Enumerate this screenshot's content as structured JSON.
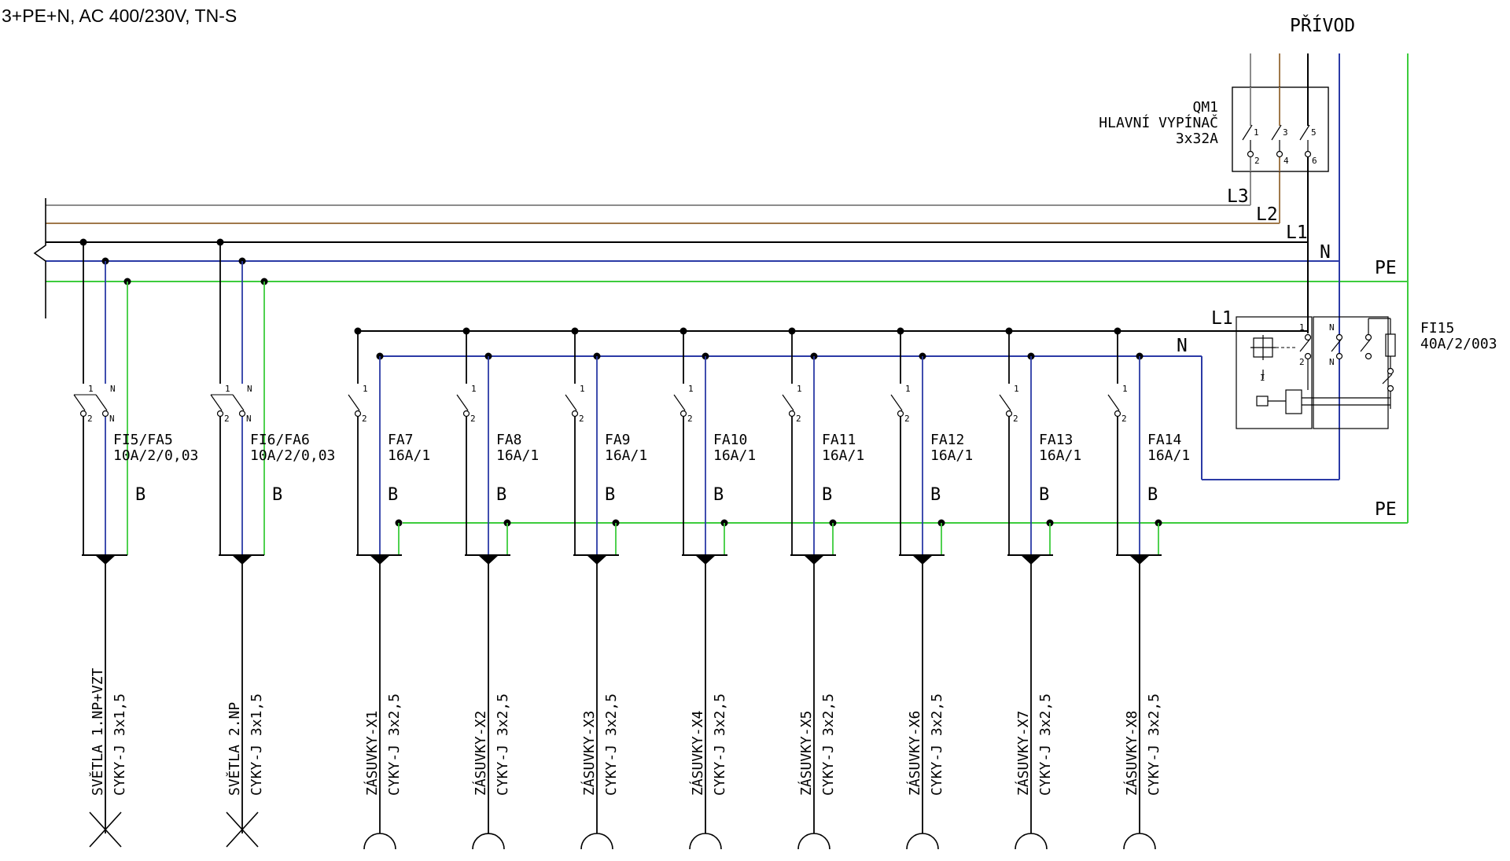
{
  "header": {
    "title": "3+PE+N, AC 400/230V, TN-S"
  },
  "supply": {
    "label": "PŘÍVOD",
    "main_switch": {
      "id": "QM1",
      "name": "HLAVNÍ VYPÍNAČ",
      "rating": "3x32A",
      "terminals_top": [
        "1",
        "3",
        "5"
      ],
      "terminals_bottom": [
        "2",
        "4",
        "6"
      ]
    }
  },
  "buses": {
    "l3": "L3",
    "l2": "L2",
    "l1": "L1",
    "n": "N",
    "pe": "PE",
    "sub_l1": "L1",
    "sub_n": "N",
    "sub_pe": "PE"
  },
  "rcd": {
    "id": "FI15",
    "rating": "40A/2/003",
    "terminals": {
      "t1": "1",
      "t2": "2",
      "tn_top": "N",
      "tn_bottom": "N",
      "test": "I"
    }
  },
  "circuits": [
    {
      "breaker": "FI5/FA5",
      "rating": "10A/2/0,03",
      "bus": "B",
      "term_l_top": "1",
      "term_l_bot": "2",
      "term_n_top": "N",
      "term_n_bot": "N",
      "name": "SVĚTLA 1.NP+VZT",
      "cable": "CYKY-J 3x1,5",
      "load": "light"
    },
    {
      "breaker": "FI6/FA6",
      "rating": "10A/2/0,03",
      "bus": "B",
      "term_l_top": "1",
      "term_l_bot": "2",
      "term_n_top": "N",
      "term_n_bot": "N",
      "name": "SVĚTLA 2.NP",
      "cable": "CYKY-J 3x1,5",
      "load": "light"
    },
    {
      "breaker": "FA7",
      "rating": "16A/1",
      "bus": "B",
      "term_l_top": "1",
      "term_l_bot": "2",
      "name": "ZÁSUVKY-X1",
      "cable": "CYKY-J 3x2,5",
      "load": "socket"
    },
    {
      "breaker": "FA8",
      "rating": "16A/1",
      "bus": "B",
      "term_l_top": "1",
      "term_l_bot": "2",
      "name": "ZÁSUVKY-X2",
      "cable": "CYKY-J 3x2,5",
      "load": "socket"
    },
    {
      "breaker": "FA9",
      "rating": "16A/1",
      "bus": "B",
      "term_l_top": "1",
      "term_l_bot": "2",
      "name": "ZÁSUVKY-X3",
      "cable": "CYKY-J 3x2,5",
      "load": "socket"
    },
    {
      "breaker": "FA10",
      "rating": "16A/1",
      "bus": "B",
      "term_l_top": "1",
      "term_l_bot": "2",
      "name": "ZÁSUVKY-X4",
      "cable": "CYKY-J 3x2,5",
      "load": "socket"
    },
    {
      "breaker": "FA11",
      "rating": "16A/1",
      "bus": "B",
      "term_l_top": "1",
      "term_l_bot": "2",
      "name": "ZÁSUVKY-X5",
      "cable": "CYKY-J 3x2,5",
      "load": "socket"
    },
    {
      "breaker": "FA12",
      "rating": "16A/1",
      "bus": "B",
      "term_l_top": "1",
      "term_l_bot": "2",
      "name": "ZÁSUVKY-X6",
      "cable": "CYKY-J 3x2,5",
      "load": "socket"
    },
    {
      "breaker": "FA13",
      "rating": "16A/1",
      "bus": "B",
      "term_l_top": "1",
      "term_l_bot": "2",
      "name": "ZÁSUVKY-X7",
      "cable": "CYKY-J 3x2,5",
      "load": "socket"
    },
    {
      "breaker": "FA14",
      "rating": "16A/1",
      "bus": "B",
      "term_l_top": "1",
      "term_l_bot": "2",
      "name": "ZÁSUVKY-X8",
      "cable": "CYKY-J 3x2,5",
      "load": "socket"
    }
  ],
  "colors": {
    "line_black": "#000000",
    "l3_gray": "#8c8c8c",
    "l2_brown": "#a0784a",
    "neutral_blue": "#2b3aa6",
    "pe_green": "#3ccc3c"
  }
}
